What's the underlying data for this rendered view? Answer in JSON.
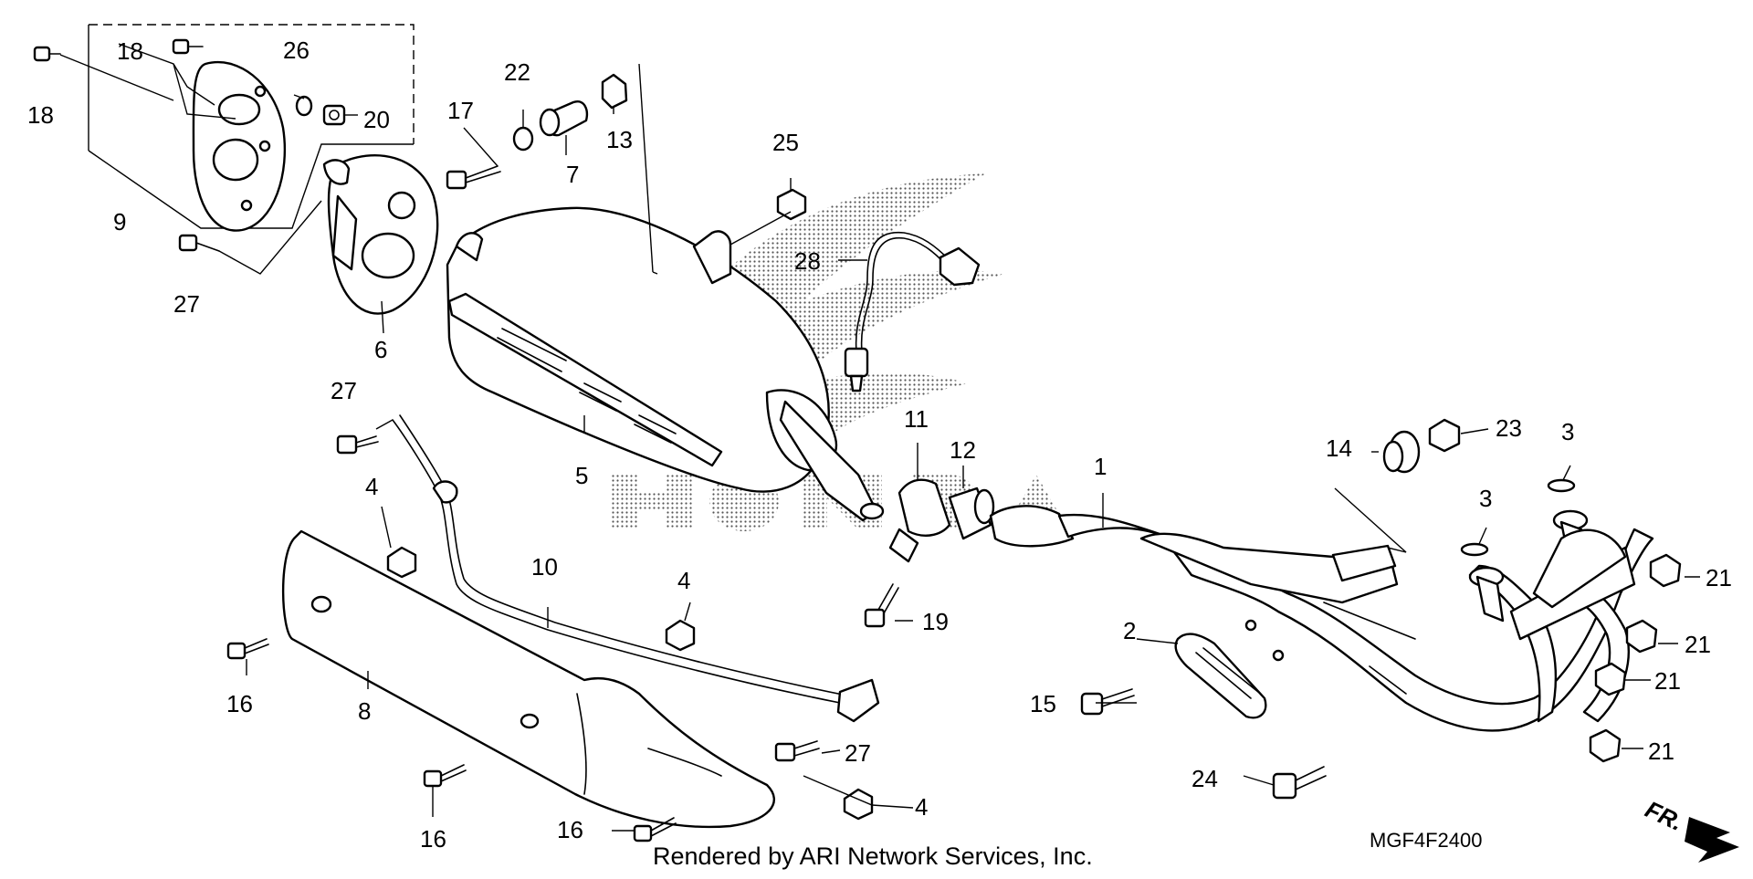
{
  "diagram": {
    "callouts": [
      {
        "id": "c18a",
        "text": "18"
      },
      {
        "id": "c18b",
        "text": "18"
      },
      {
        "id": "c26",
        "text": "26"
      },
      {
        "id": "c20",
        "text": "20"
      },
      {
        "id": "c9",
        "text": "9"
      },
      {
        "id": "c27a",
        "text": "27"
      },
      {
        "id": "c6",
        "text": "6"
      },
      {
        "id": "c17",
        "text": "17"
      },
      {
        "id": "c22",
        "text": "22"
      },
      {
        "id": "c7",
        "text": "7"
      },
      {
        "id": "c13",
        "text": "13"
      },
      {
        "id": "c25",
        "text": "25"
      },
      {
        "id": "c28",
        "text": "28"
      },
      {
        "id": "c5",
        "text": "5"
      },
      {
        "id": "c27b",
        "text": "27"
      },
      {
        "id": "c4a",
        "text": "4"
      },
      {
        "id": "c10",
        "text": "10"
      },
      {
        "id": "c4b",
        "text": "4"
      },
      {
        "id": "c16a",
        "text": "16"
      },
      {
        "id": "c8",
        "text": "8"
      },
      {
        "id": "c27c",
        "text": "27"
      },
      {
        "id": "c4c",
        "text": "4"
      },
      {
        "id": "c16b",
        "text": "16"
      },
      {
        "id": "c16c",
        "text": "16"
      },
      {
        "id": "c11",
        "text": "11"
      },
      {
        "id": "c12",
        "text": "12"
      },
      {
        "id": "c19",
        "text": "19"
      },
      {
        "id": "c1",
        "text": "1"
      },
      {
        "id": "c14",
        "text": "14"
      },
      {
        "id": "c23",
        "text": "23"
      },
      {
        "id": "c3a",
        "text": "3"
      },
      {
        "id": "c3b",
        "text": "3"
      },
      {
        "id": "c2",
        "text": "2"
      },
      {
        "id": "c15",
        "text": "15"
      },
      {
        "id": "c24",
        "text": "24"
      },
      {
        "id": "c21a",
        "text": "21"
      },
      {
        "id": "c21b",
        "text": "21"
      },
      {
        "id": "c21c",
        "text": "21"
      },
      {
        "id": "c21d",
        "text": "21"
      }
    ],
    "watermark_text": "HONDA",
    "direction_label": "FR.",
    "diagram_code": "MGF4F2400",
    "footer": "Rendered by ARI Network Services, Inc."
  }
}
